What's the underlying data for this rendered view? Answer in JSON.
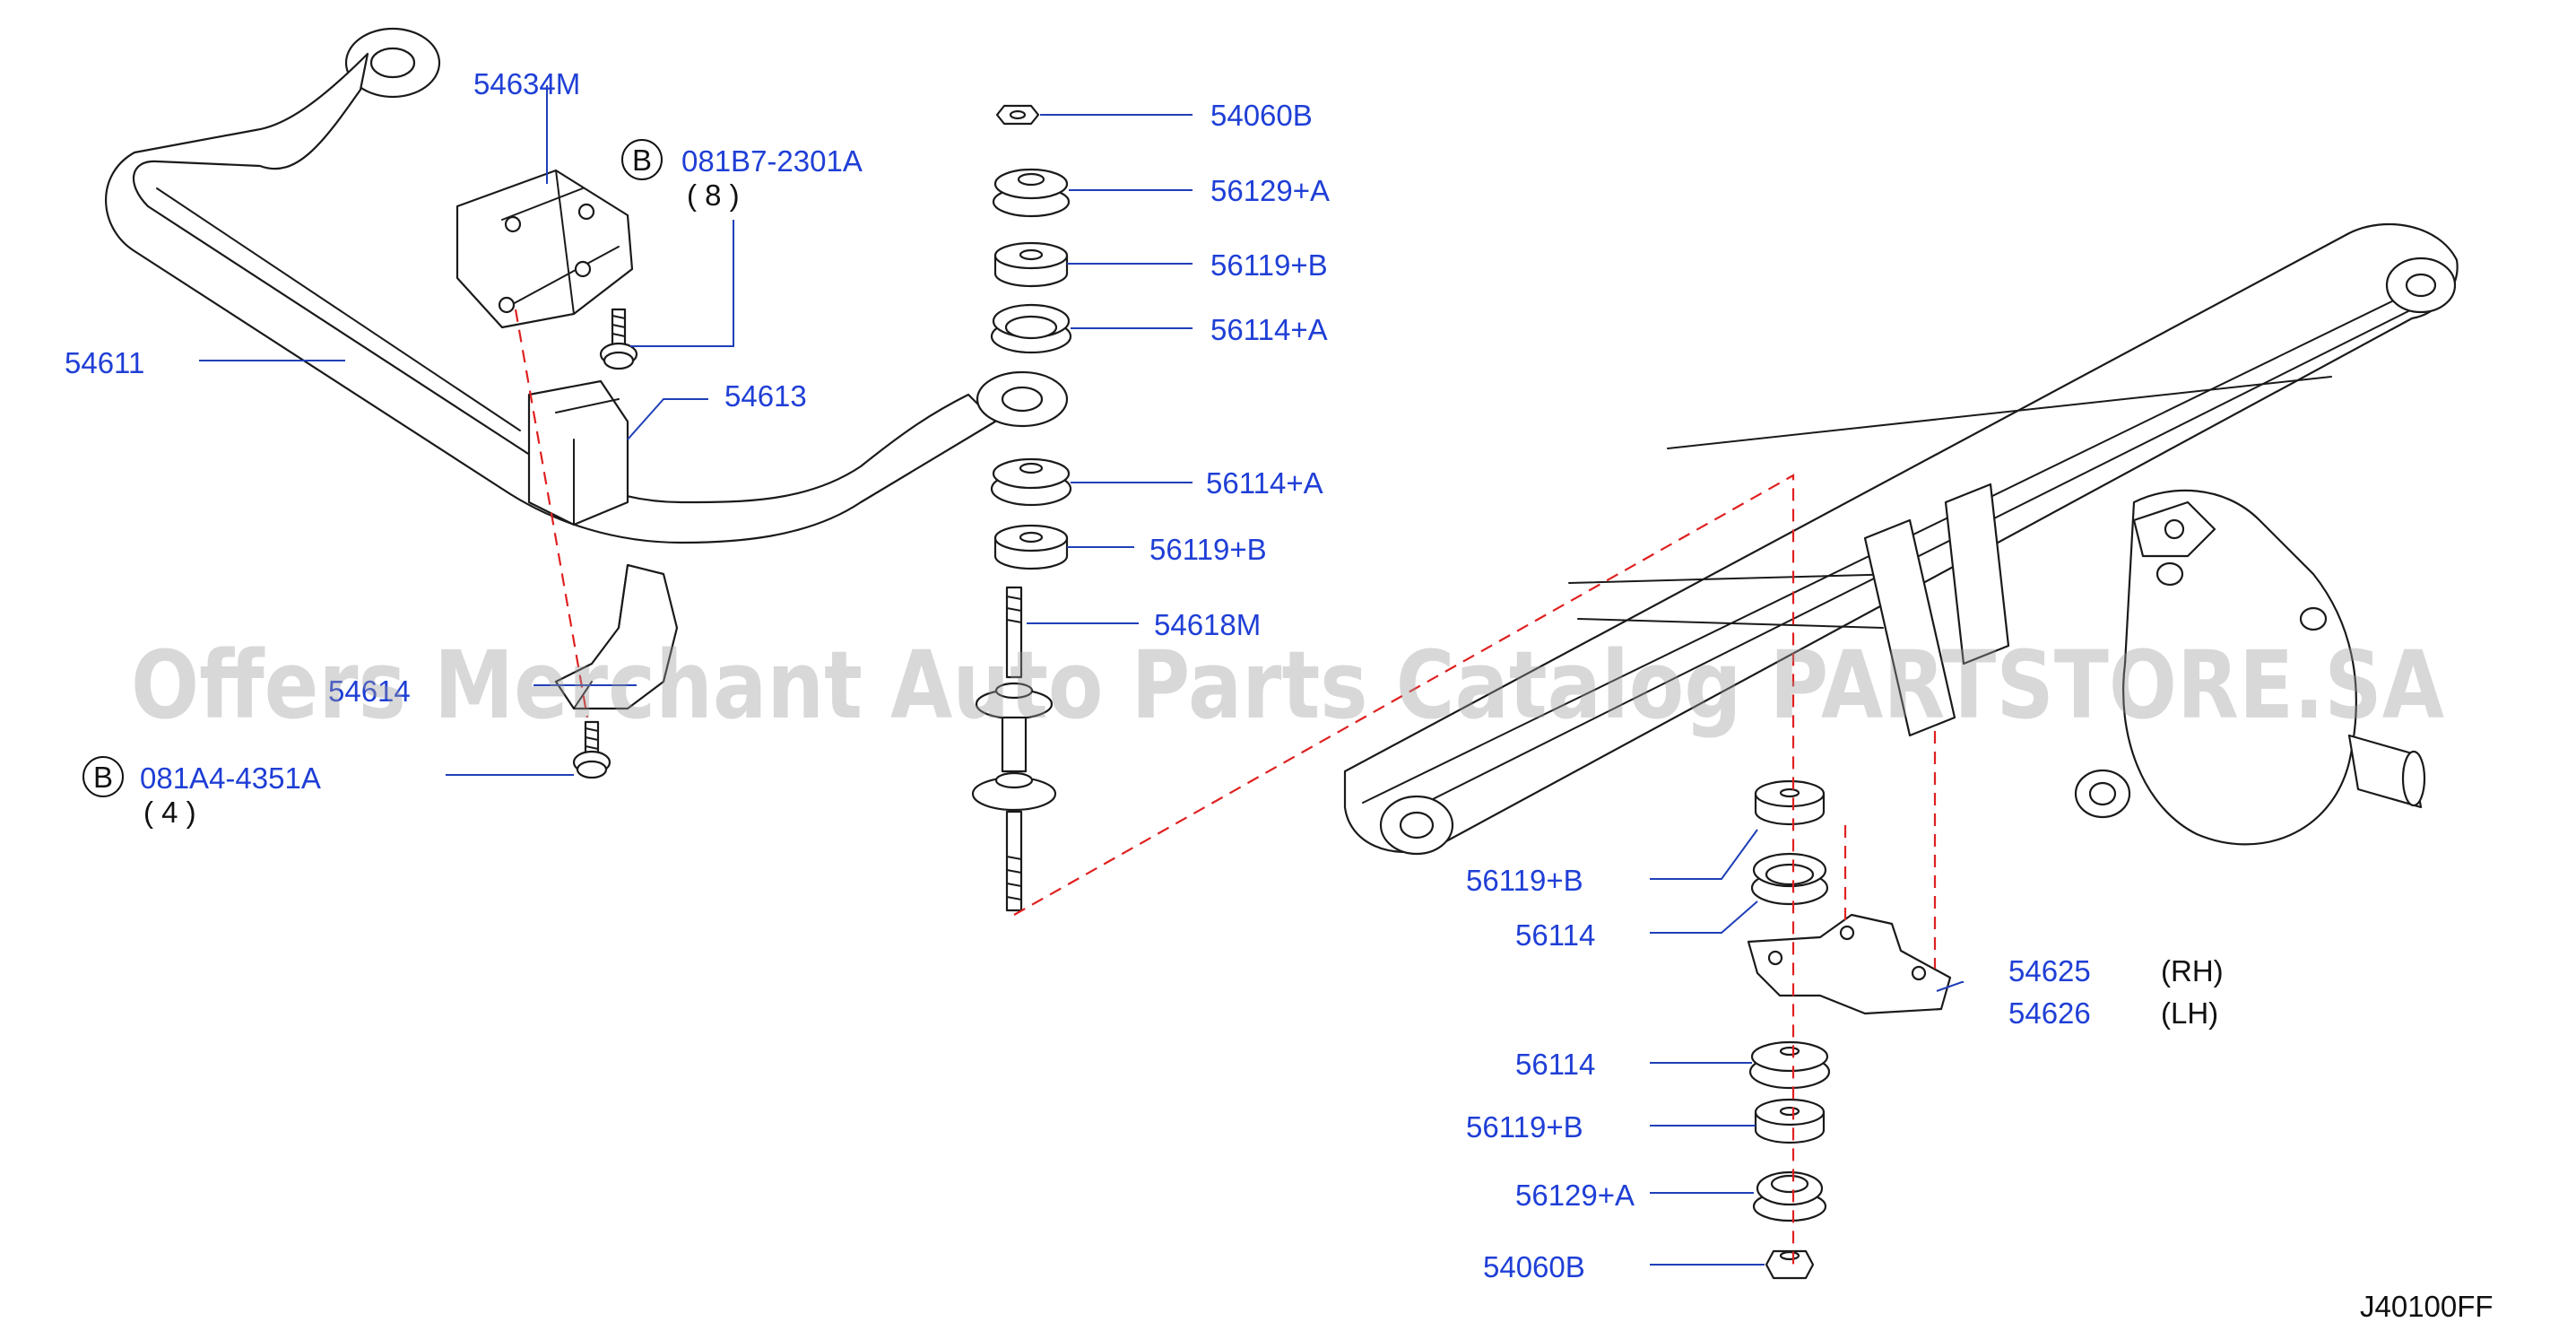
{
  "labels": {
    "stabilizer_bar": "54611",
    "bracket": "54634M",
    "bushing": "54613",
    "bracket_lower": "54614",
    "bolt_upper_code": "081B7-2301A",
    "bolt_upper_qty": "( 8 )",
    "bolt_lower_code": "081A4-4351A",
    "bolt_lower_qty": "( 4 )",
    "bolt_prefix": "B",
    "nut_top": "54060B",
    "washer_top": "56129+A",
    "bushing_top_1": "56119+B",
    "retainer_top_1": "56114+A",
    "retainer_top_2": "56114+A",
    "bushing_top_2": "56119+B",
    "link": "54618M",
    "right_bushing_1": "56119+B",
    "right_retainer_1": "56114",
    "bracket_rh": "54625",
    "bracket_rh_side": "(RH)",
    "bracket_lh": "54626",
    "bracket_lh_side": "(LH)",
    "right_retainer_2": "56114",
    "right_bushing_2": "56119+B",
    "right_washer": "56129+A",
    "right_nut": "54060B",
    "diagram_code": "J40100FF"
  },
  "watermark": "Offers Merchant Auto Parts Catalog PARTSTORE.SA",
  "colors": {
    "label": "#1f3fd6",
    "leader": "#1f3fb8",
    "dashed_guide": "#e02020",
    "line_art": "#1a1a1a"
  }
}
